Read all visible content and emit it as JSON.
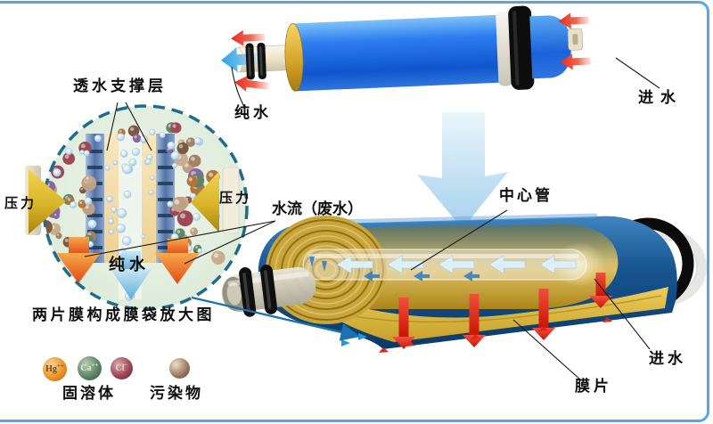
{
  "labels": {
    "support_layer": "透水支撑层",
    "pure_water_top": "纯水",
    "feed_water_top": "进水",
    "pressure_left": "压力",
    "pressure_right": "压力",
    "waste_flow": "水流（废水）",
    "center_tube": "中心管",
    "pure_water_circle": "纯水",
    "magnified_caption": "两片膜构成膜袋放大图",
    "membrane_sheet": "膜片",
    "feed_water_bottom": "进水"
  },
  "legend": {
    "ions": [
      {
        "symbol": "Hg",
        "charge": "++",
        "color": "#ef9329"
      },
      {
        "symbol": "Ca",
        "charge": "++",
        "color": "#5d8668"
      },
      {
        "symbol": "Cl",
        "charge": "−",
        "color": "#9e4a56"
      }
    ],
    "pollutant_color": "#9a7a5e",
    "solid_solution_label": "固溶体",
    "pollutant_label": "污染物"
  },
  "colors": {
    "frame_border": "#57a5e7",
    "module_body_blue": "#1a6ae0",
    "end_face_gold": "#d7a52c",
    "shell_dark_blue": "#155089",
    "roll_gold": "#c9a83c",
    "flow_arrow_blue": "#a9d4ef",
    "red_arrow": "#e42812",
    "pressure_arrow_gold": "#d8b428",
    "magnifier_dash": "#1e6b8d"
  }
}
